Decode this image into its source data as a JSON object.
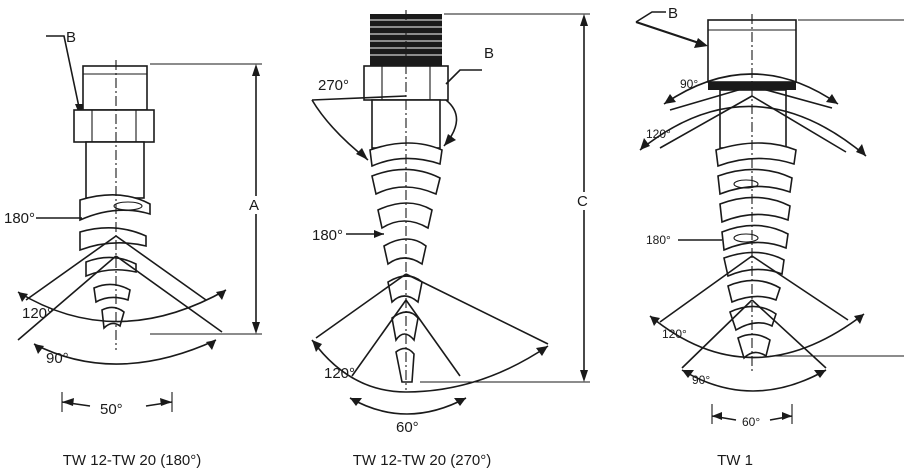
{
  "figures": [
    {
      "caption": "TW 12-TW 20 (180°)",
      "labels": {
        "b": "B",
        "a": "A",
        "angle_180": "180°",
        "angle_120": "120°",
        "angle_90": "90°",
        "angle_50": "50°"
      }
    },
    {
      "caption": "TW 12-TW 20 (270°)",
      "labels": {
        "b": "B",
        "c": "C",
        "angle_270": "270°",
        "angle_180": "180°",
        "angle_120": "120°",
        "angle_60": "60°"
      }
    },
    {
      "caption": "TW 1",
      "labels": {
        "b": "B",
        "angle_90": "90°",
        "angle_120_top": "120°",
        "angle_180": "180°",
        "angle_120_bottom": "120°",
        "angle_90_bottom": "90°",
        "angle_60": "60°"
      }
    }
  ]
}
